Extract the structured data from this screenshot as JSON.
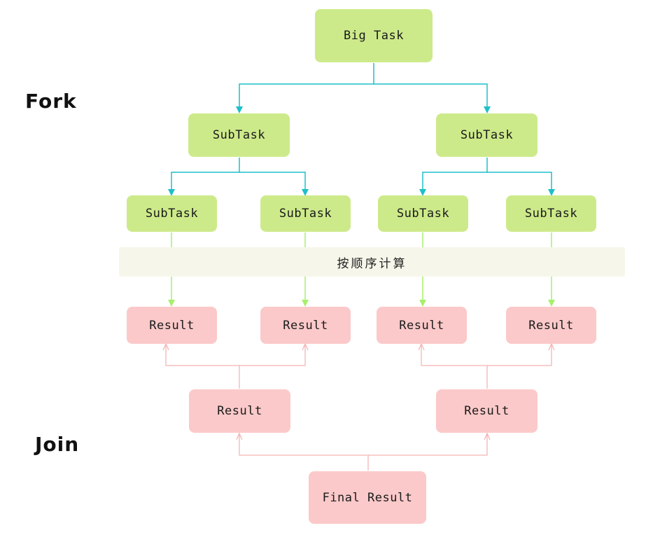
{
  "labels": {
    "fork": "Fork",
    "join": "Join",
    "sequential": "按顺序计算"
  },
  "nodes": {
    "big_task": "Big Task",
    "subtask_l1_left": "SubTask",
    "subtask_l1_right": "SubTask",
    "subtask_l2_1": "SubTask",
    "subtask_l2_2": "SubTask",
    "subtask_l2_3": "SubTask",
    "subtask_l2_4": "SubTask",
    "result_l2_1": "Result",
    "result_l2_2": "Result",
    "result_l2_3": "Result",
    "result_l2_4": "Result",
    "result_l1_left": "Result",
    "result_l1_right": "Result",
    "final_result": "Final Result"
  },
  "colors": {
    "task_fill": "#cdea8a",
    "result_fill": "#fbc9c9",
    "fork_arrow": "#1fbfc9",
    "compute_arrow": "#a6f06a",
    "join_arrow": "#f5b5b5",
    "band_fill": "#f6f6ea"
  }
}
